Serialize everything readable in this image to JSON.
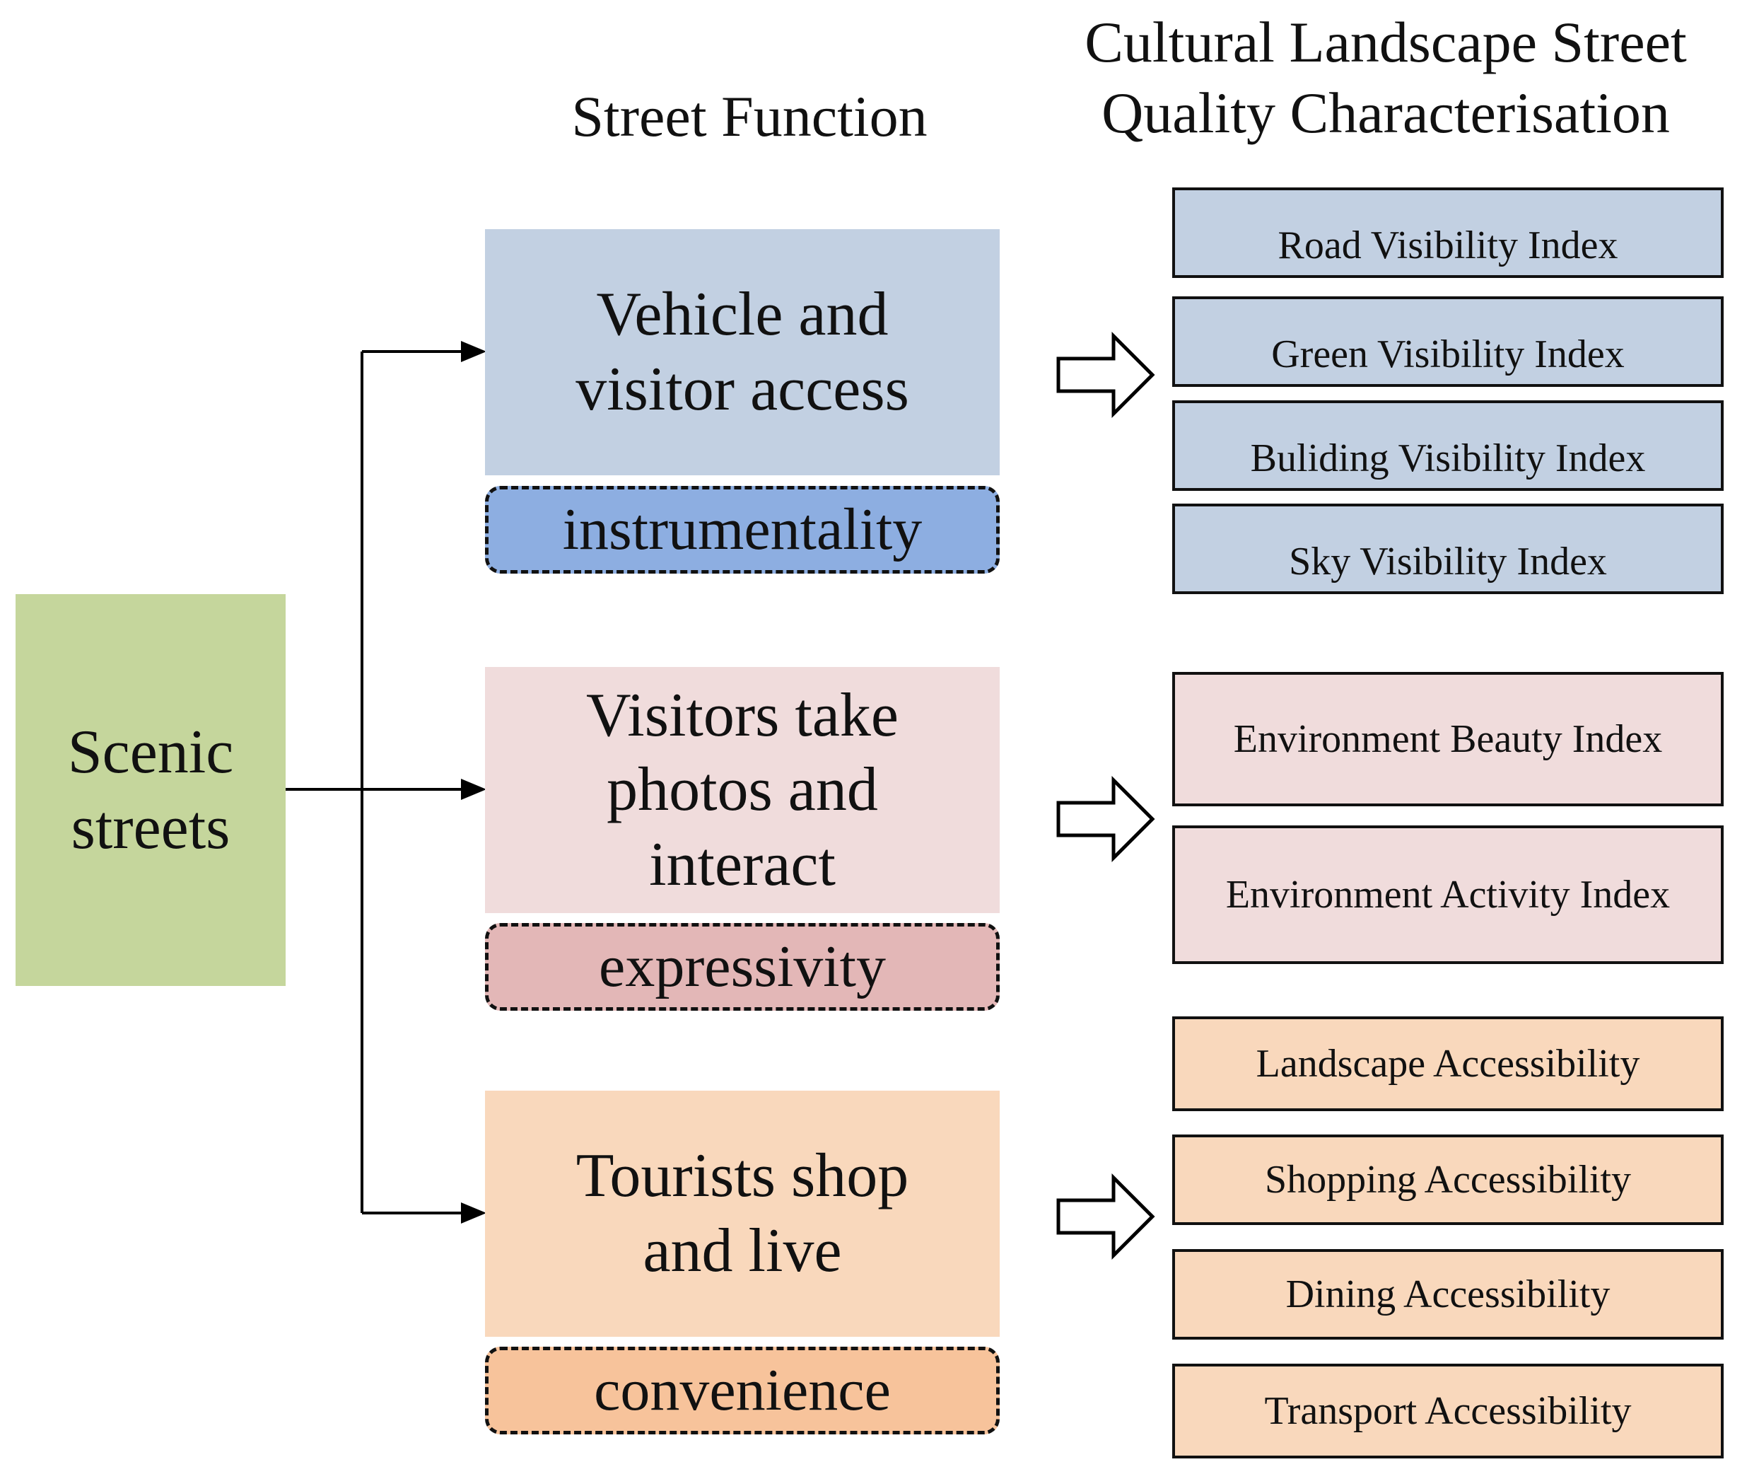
{
  "headings": {
    "street_function": "Street Function",
    "characterisation": "Cultural Landscape Street\nQuality Characterisation"
  },
  "root": {
    "label": "Scenic\nstreets",
    "color": "#c5d69c"
  },
  "functions": [
    {
      "label": "Vehicle and\nvisitor access",
      "tag": "instrumentality",
      "box_color": "#c2d0e2",
      "tag_color": "#8daee1",
      "indicators": [
        "Road Visibility Index",
        "Green Visibility Index",
        "Buliding Visibility Index",
        "Sky Visibility Index"
      ]
    },
    {
      "label": "Visitors take\nphotos and\ninteract",
      "tag": "expressivity",
      "box_color": "#f0dcdc",
      "tag_color": "#e3b7b7",
      "indicators": [
        "Environment Beauty Index",
        "Environment Activity Index"
      ]
    },
    {
      "label": "Tourists shop\nand live",
      "tag": "convenience",
      "box_color": "#f9d8bc",
      "tag_color": "#f7c39b",
      "indicators": [
        "Landscape Accessibility",
        "Shopping Accessibility",
        "Dining Accessibility",
        "Transport Accessibility"
      ]
    }
  ]
}
